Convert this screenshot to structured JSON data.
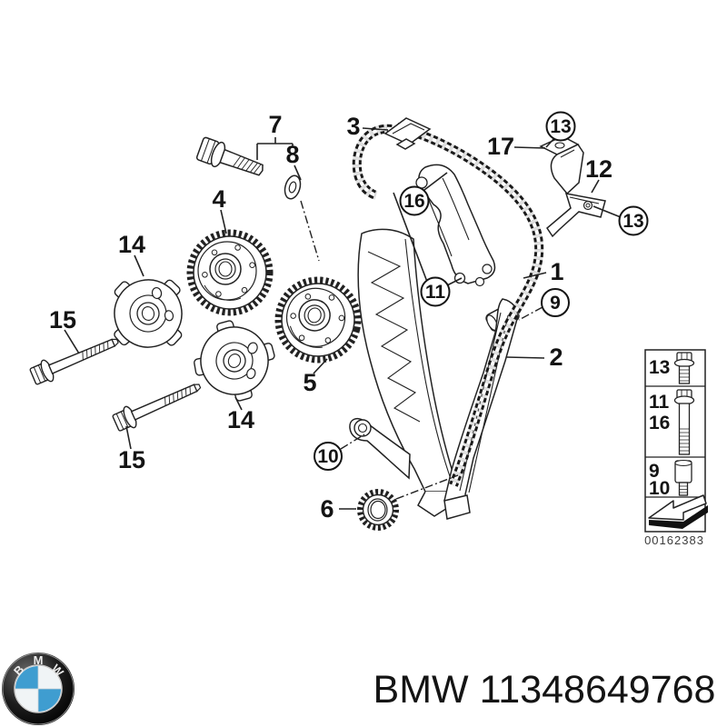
{
  "diagram": {
    "title_semantic": "BMW timing chain parts diagram",
    "callouts": [
      {
        "label": "7"
      },
      {
        "label": "8"
      },
      {
        "label": "3"
      },
      {
        "label": "17"
      },
      {
        "label": "12"
      },
      {
        "label": "4"
      },
      {
        "label": "14"
      },
      {
        "label": "1"
      },
      {
        "label": "15"
      },
      {
        "label": "5"
      },
      {
        "label": "14"
      },
      {
        "label": "2"
      },
      {
        "label": "15"
      },
      {
        "label": "6"
      },
      {
        "label": "13"
      },
      {
        "label": "13"
      },
      {
        "label": "16"
      },
      {
        "label": "11"
      },
      {
        "label": "9"
      },
      {
        "label": "10"
      }
    ]
  },
  "legend": {
    "rows": [
      {
        "labels": [
          "13"
        ],
        "icon": "short-bolt-icon"
      },
      {
        "labels": [
          "11",
          "16"
        ],
        "icon": "long-bolt-icon"
      },
      {
        "labels": [
          "9",
          "10"
        ],
        "icon": "stud-icon"
      },
      {
        "labels": [],
        "icon": "direction-arrow-icon"
      }
    ],
    "doc_number": "00162383"
  },
  "footer": {
    "logo_letters": [
      "B",
      "M",
      "W"
    ],
    "caption": "BMW 11348649768",
    "logo_blue": "#3f9dd0",
    "line_color": "#222222"
  }
}
